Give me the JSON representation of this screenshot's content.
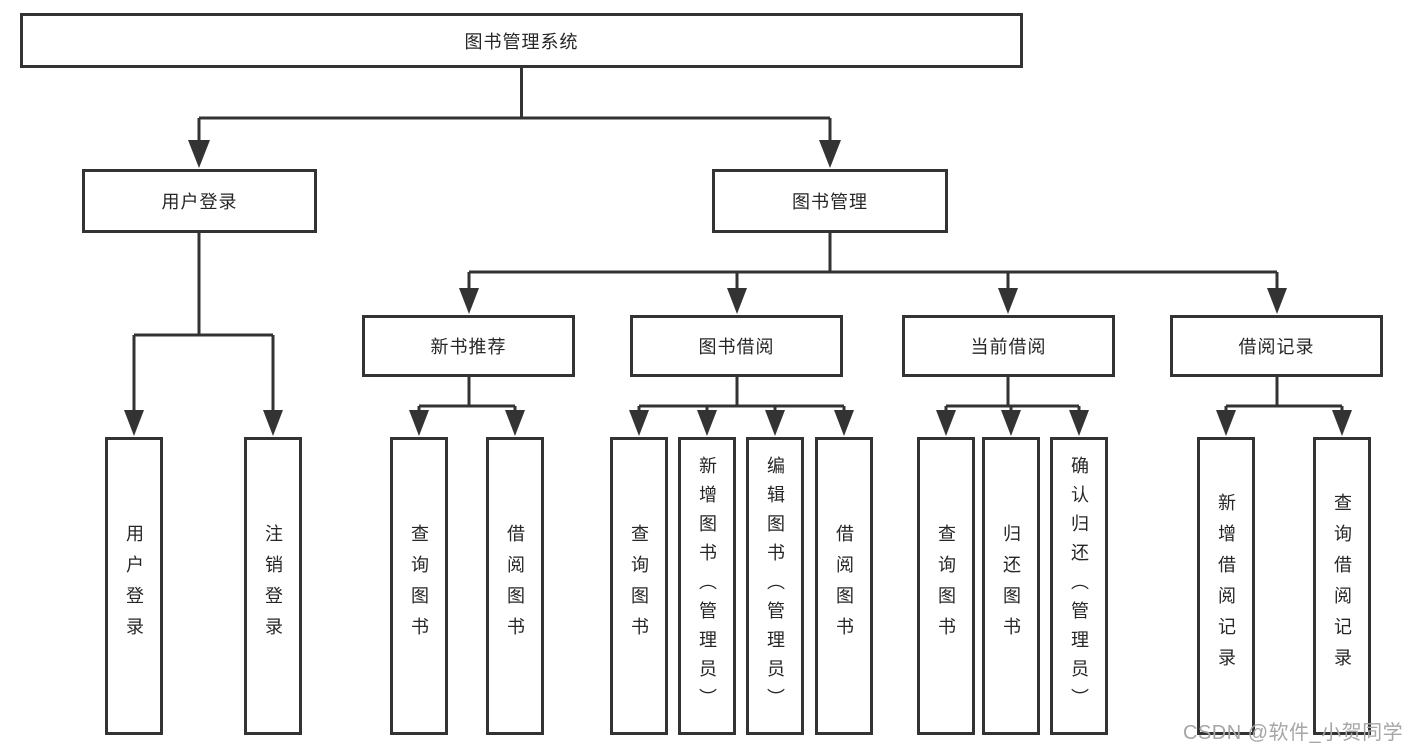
{
  "watermark": "CSDN @软件_小贺同学",
  "colors": {
    "line": "#333333",
    "box_border": "#333333",
    "text": "#262626",
    "watermark": "#a6a6a6",
    "background": "#ffffff"
  },
  "tree": {
    "label": "图书管理系统",
    "children": [
      {
        "label": "用户登录",
        "children": [
          {
            "label": "用户登录"
          },
          {
            "label": "注销登录"
          }
        ]
      },
      {
        "label": "图书管理",
        "children": [
          {
            "label": "新书推荐",
            "children": [
              {
                "label": "查询图书"
              },
              {
                "label": "借阅图书"
              }
            ]
          },
          {
            "label": "图书借阅",
            "children": [
              {
                "label": "查询图书"
              },
              {
                "label": "新增图书（管理员）"
              },
              {
                "label": "编辑图书（管理员）"
              },
              {
                "label": "借阅图书"
              }
            ]
          },
          {
            "label": "当前借阅",
            "children": [
              {
                "label": "查询图书"
              },
              {
                "label": "归还图书"
              },
              {
                "label": "确认归还（管理员）"
              }
            ]
          },
          {
            "label": "借阅记录",
            "children": [
              {
                "label": "新增借阅记录"
              },
              {
                "label": "查询借阅记录"
              }
            ]
          }
        ]
      }
    ]
  }
}
